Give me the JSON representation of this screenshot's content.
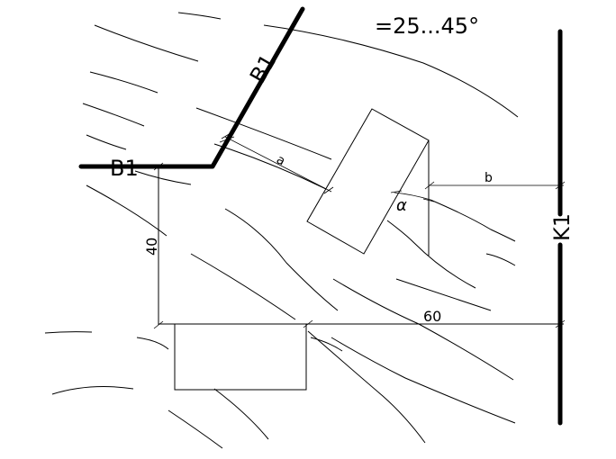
{
  "angle_range_label": "=25...45°",
  "roads": {
    "b1_road_label": "B1",
    "b1_road_label_upper": "B1",
    "k1_road_label": "K1"
  },
  "dimensions": {
    "distance_a": "a",
    "distance_b": "b",
    "angle_alpha": "α",
    "vertical_distance": "40",
    "horizontal_distance": "60"
  }
}
